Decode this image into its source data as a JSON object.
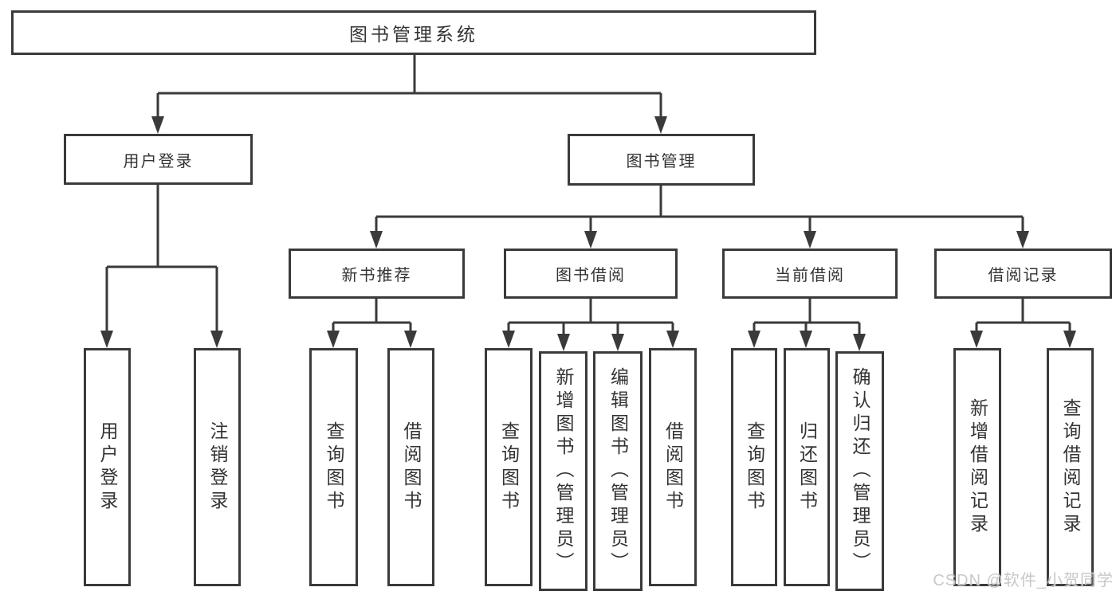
{
  "diagram_title": "图书管理系统",
  "nodes": {
    "root": "图书管理系统",
    "user_login": "用户登录",
    "book_management": "图书管理",
    "new_book_recommend": "新书推荐",
    "book_borrowing": "图书借阅",
    "current_borrowing": "当前借阅",
    "borrowing_records": "借阅记录",
    "leaf_user_login": "用户登录",
    "leaf_logout": "注销登录",
    "leaf_query_books_recommend": "查询图书",
    "leaf_borrow_books_recommend": "借阅图书",
    "leaf_query_books_borrowing": "查询图书",
    "leaf_add_books_admin": "新增图书（管理员）",
    "leaf_edit_books_admin": "编辑图书（管理员）",
    "leaf_borrow_books_borrowing": "借阅图书",
    "leaf_query_books_current": "查询图书",
    "leaf_return_books": "归还图书",
    "leaf_confirm_return_admin": "确认归还（管理员）",
    "leaf_add_borrow_record": "新增借阅记录",
    "leaf_query_borrow_record": "查询借阅记录"
  },
  "watermark": {
    "text": "CSDN @软件_小贺同学"
  },
  "colors": {
    "line": "#3a3a3a",
    "text": "#333333",
    "background": "#ffffff",
    "watermark": "#c8c8c8"
  }
}
